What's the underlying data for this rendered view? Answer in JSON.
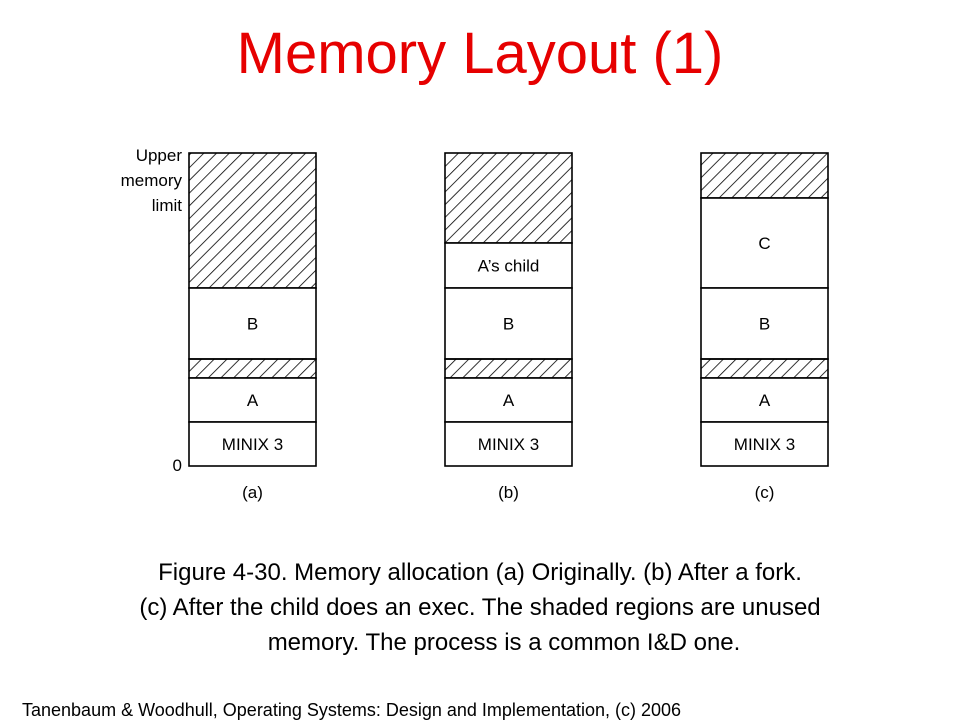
{
  "title": "Memory Layout (1)",
  "diagram": {
    "upper_limit_label": [
      "Upper",
      "memory",
      "limit"
    ],
    "zero_label": "0",
    "shading_meaning": "unused memory",
    "layouts": [
      {
        "caption": "(a)",
        "regions": [
          {
            "label": "",
            "shaded": true
          },
          {
            "label": "B",
            "shaded": false
          },
          {
            "label": "",
            "shaded": true
          },
          {
            "label": "A",
            "shaded": false
          },
          {
            "label": "MINIX 3",
            "shaded": false
          }
        ]
      },
      {
        "caption": "(b)",
        "regions": [
          {
            "label": "",
            "shaded": true
          },
          {
            "label": "A’s child",
            "shaded": false
          },
          {
            "label": "B",
            "shaded": false
          },
          {
            "label": "",
            "shaded": true
          },
          {
            "label": "A",
            "shaded": false
          },
          {
            "label": "MINIX 3",
            "shaded": false
          }
        ]
      },
      {
        "caption": "(c)",
        "regions": [
          {
            "label": "",
            "shaded": true
          },
          {
            "label": "C",
            "shaded": false
          },
          {
            "label": "B",
            "shaded": false
          },
          {
            "label": "",
            "shaded": true
          },
          {
            "label": "A",
            "shaded": false
          },
          {
            "label": "MINIX 3",
            "shaded": false
          }
        ]
      }
    ]
  },
  "caption": {
    "line1": "Figure 4-30. Memory allocation (a) Originally. (b) After a fork.",
    "line2": "(c) After the child does an exec.  The shaded regions are unused",
    "line3": "memory.  The process is a common I&D one."
  },
  "footer": "Tanenbaum & Woodhull, Operating Systems: Design and Implementation, (c) 2006",
  "colors": {
    "title": "#e60000",
    "outline": "#000000",
    "hatch": "#000000"
  }
}
